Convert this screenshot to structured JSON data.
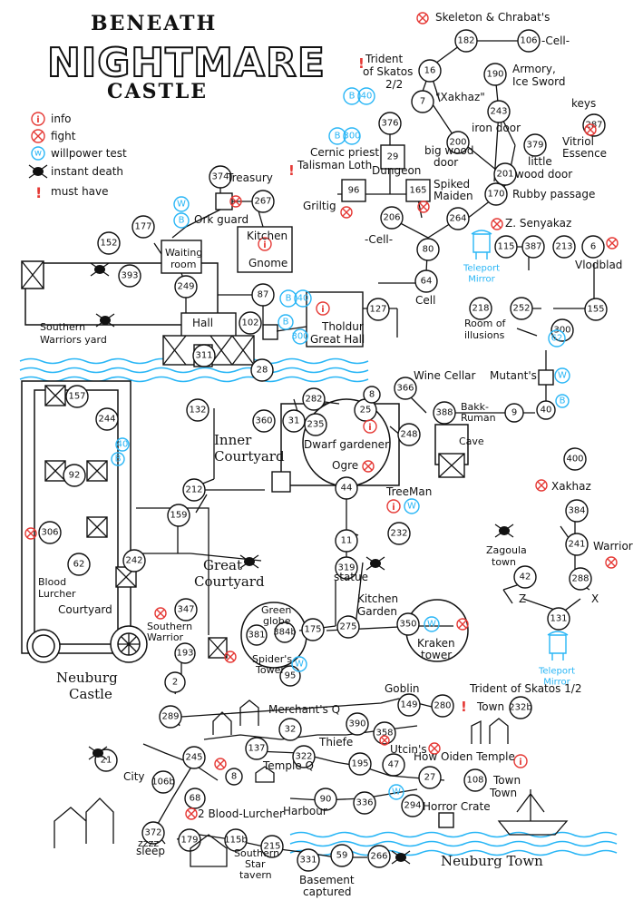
{
  "title": {
    "line1": "BENEATH",
    "line2": "NIGHTMARE",
    "line3": "CASTLE"
  },
  "legend": [
    {
      "icon": "info-icon",
      "label": "info"
    },
    {
      "icon": "fight-icon",
      "label": "fight"
    },
    {
      "icon": "willpower-icon",
      "label": "willpower test"
    },
    {
      "icon": "skull-icon",
      "label": "instant death"
    },
    {
      "icon": "exclaim-icon",
      "label": "must have"
    }
  ],
  "colors": {
    "red": "#e53935",
    "blue": "#29b6f6",
    "ink": "#111111"
  },
  "labels": [
    {
      "id": "skeleton",
      "text": "Skeleton & Chrabat's"
    },
    {
      "id": "cell106",
      "text": "-Cell-"
    },
    {
      "id": "trident22a",
      "text": "Trident"
    },
    {
      "id": "trident22b",
      "text": "of Skatos"
    },
    {
      "id": "trident22c",
      "text": "2/2"
    },
    {
      "id": "armory",
      "text": "Armory,"
    },
    {
      "id": "icesword",
      "text": "Ice Sword"
    },
    {
      "id": "xakhaz1",
      "text": "\"Xakhaz\""
    },
    {
      "id": "keys",
      "text": "keys"
    },
    {
      "id": "irondoor",
      "text": "iron door"
    },
    {
      "id": "vitriol1",
      "text": "Vitriol"
    },
    {
      "id": "vitriol2",
      "text": "Essence"
    },
    {
      "id": "cernic",
      "text": "Cernic priest"
    },
    {
      "id": "talisman",
      "text": "Talisman Loth"
    },
    {
      "id": "bigwood1",
      "text": "big wood"
    },
    {
      "id": "bigwood2",
      "text": "door"
    },
    {
      "id": "littlewood1",
      "text": "little"
    },
    {
      "id": "littlewood2",
      "text": "wood door"
    },
    {
      "id": "treasury",
      "text": "Treasury"
    },
    {
      "id": "dungeon",
      "text": "Dungeon"
    },
    {
      "id": "spiked1",
      "text": "Spiked"
    },
    {
      "id": "spiked2",
      "text": "Maiden"
    },
    {
      "id": "rubby",
      "text": "Rubby passage"
    },
    {
      "id": "griltig",
      "text": "Griltig"
    },
    {
      "id": "orkguard",
      "text": "Ork guard"
    },
    {
      "id": "kitchen1",
      "text": "Kitchen"
    },
    {
      "id": "gnome",
      "text": "Gnome"
    },
    {
      "id": "waiting1",
      "text": "Waiting"
    },
    {
      "id": "waiting2",
      "text": "room"
    },
    {
      "id": "cell206",
      "text": "-Cell-"
    },
    {
      "id": "zsenyakaz",
      "text": "Z. Senyakaz"
    },
    {
      "id": "vlodblad",
      "text": "Vlodblad"
    },
    {
      "id": "teleport1a",
      "text": "Teleport"
    },
    {
      "id": "teleport1b",
      "text": "Mirror"
    },
    {
      "id": "cell64",
      "text": "Cell"
    },
    {
      "id": "southern1",
      "text": "Southern"
    },
    {
      "id": "southern2",
      "text": "Warriors yard"
    },
    {
      "id": "hall",
      "text": "Hall"
    },
    {
      "id": "tholdur1",
      "text": "Tholdur"
    },
    {
      "id": "tholdur2",
      "text": "Great Hall"
    },
    {
      "id": "illusions1",
      "text": "Room of"
    },
    {
      "id": "illusions2",
      "text": "illusions"
    },
    {
      "id": "winecellar",
      "text": "Wine Cellar"
    },
    {
      "id": "mutant",
      "text": "Mutant's"
    },
    {
      "id": "bakk1",
      "text": "Bakk-"
    },
    {
      "id": "bakk2",
      "text": "Ruman"
    },
    {
      "id": "cave",
      "text": "Cave"
    },
    {
      "id": "inner1",
      "text": "Inner"
    },
    {
      "id": "inner2",
      "text": "Courtyard"
    },
    {
      "id": "dwarf",
      "text": "Dwarf gardener"
    },
    {
      "id": "ogre",
      "text": "Ogre"
    },
    {
      "id": "treeman",
      "text": "TreeMan"
    },
    {
      "id": "xakhaz2",
      "text": "Xakhaz"
    },
    {
      "id": "zagoula1",
      "text": "Zagoula"
    },
    {
      "id": "zagoula2",
      "text": "town"
    },
    {
      "id": "warrior",
      "text": "Warrior"
    },
    {
      "id": "great1",
      "text": "Great"
    },
    {
      "id": "great2",
      "text": "Courtyard"
    },
    {
      "id": "statue",
      "text": "statue"
    },
    {
      "id": "blood1",
      "text": "Blood"
    },
    {
      "id": "blood2",
      "text": "Lurcher"
    },
    {
      "id": "courtyard",
      "text": "Courtyard"
    },
    {
      "id": "sw1",
      "text": "Southern"
    },
    {
      "id": "sw2",
      "text": "Warrior"
    },
    {
      "id": "green1",
      "text": "Green"
    },
    {
      "id": "green2",
      "text": "globe"
    },
    {
      "id": "spider1",
      "text": "Spider's"
    },
    {
      "id": "spider2",
      "text": "Tower"
    },
    {
      "id": "kitchengarden1",
      "text": "Kitchen"
    },
    {
      "id": "kitchengarden2",
      "text": "Garden"
    },
    {
      "id": "kraken1",
      "text": "Kraken"
    },
    {
      "id": "kraken2",
      "text": "tower"
    },
    {
      "id": "teleport2a",
      "text": "Teleport"
    },
    {
      "id": "teleport2b",
      "text": "Mirror"
    },
    {
      "id": "neuburgcastle1",
      "text": "Neuburg"
    },
    {
      "id": "neuburgcastle2",
      "text": "Castle"
    },
    {
      "id": "goblin",
      "text": "Goblin"
    },
    {
      "id": "trident12",
      "text": "Trident of Skatos 1/2"
    },
    {
      "id": "town232",
      "text": "Town"
    },
    {
      "id": "merchant",
      "text": "Merchant's Q"
    },
    {
      "id": "thiefe",
      "text": "Thiefe"
    },
    {
      "id": "utcins",
      "text": "Utcin's"
    },
    {
      "id": "city",
      "text": "City"
    },
    {
      "id": "templeq",
      "text": "Temple Q"
    },
    {
      "id": "howoiden",
      "text": "How Oiden Temple"
    },
    {
      "id": "town108a",
      "text": "Town"
    },
    {
      "id": "town108b",
      "text": "Town"
    },
    {
      "id": "harbour",
      "text": "Harbour"
    },
    {
      "id": "horror",
      "text": "Horror Crate"
    },
    {
      "id": "bloodlurcher2",
      "text": "2 Blood-Lurcher"
    },
    {
      "id": "sleep",
      "text": "sleep"
    },
    {
      "id": "zzz",
      "text": "zzzz"
    },
    {
      "id": "starry1",
      "text": "Southern"
    },
    {
      "id": "starry2",
      "text": "Star"
    },
    {
      "id": "starry3",
      "text": "tavern"
    },
    {
      "id": "basement1",
      "text": "Basement"
    },
    {
      "id": "basement2",
      "text": "captured"
    },
    {
      "id": "neuburgtown",
      "text": "Neuburg Town"
    },
    {
      "id": "zmark",
      "text": "Z"
    },
    {
      "id": "xmark",
      "text": "X"
    }
  ],
  "nodes": [
    "182",
    "106",
    "16",
    "190",
    "7",
    "243",
    "287",
    "200",
    "379",
    "201",
    "170",
    "376",
    "29",
    "96",
    "165",
    "374",
    "267",
    "206",
    "264",
    "177",
    "152",
    "393",
    "249",
    "80",
    "115",
    "387",
    "213",
    "6",
    "64",
    "87",
    "102",
    "127",
    "218",
    "252",
    "155",
    "300",
    "311",
    "28",
    "282",
    "25",
    "8",
    "366",
    "235",
    "388",
    "9",
    "40",
    "400",
    "157",
    "244",
    "132",
    "360",
    "31",
    "248",
    "44",
    "92",
    "212",
    "159",
    "11",
    "232",
    "384",
    "241",
    "42",
    "288",
    "306",
    "62",
    "242",
    "319",
    "347",
    "381",
    "384b",
    "175",
    "275",
    "350",
    "131",
    "193",
    "95",
    "2",
    "289",
    "149",
    "280",
    "232b",
    "32",
    "390",
    "358",
    "21",
    "245",
    "137",
    "322",
    "195",
    "47",
    "27",
    "108",
    "106b",
    "8",
    "68",
    "90",
    "336",
    "294",
    "372",
    "179",
    "115b",
    "215",
    "331",
    "59",
    "266"
  ],
  "badges": {
    "b40a": "40",
    "b40b": "40",
    "b300a": "300",
    "b300b": "300",
    "b300c": "300",
    "b62": "62",
    "b40c": "40"
  }
}
